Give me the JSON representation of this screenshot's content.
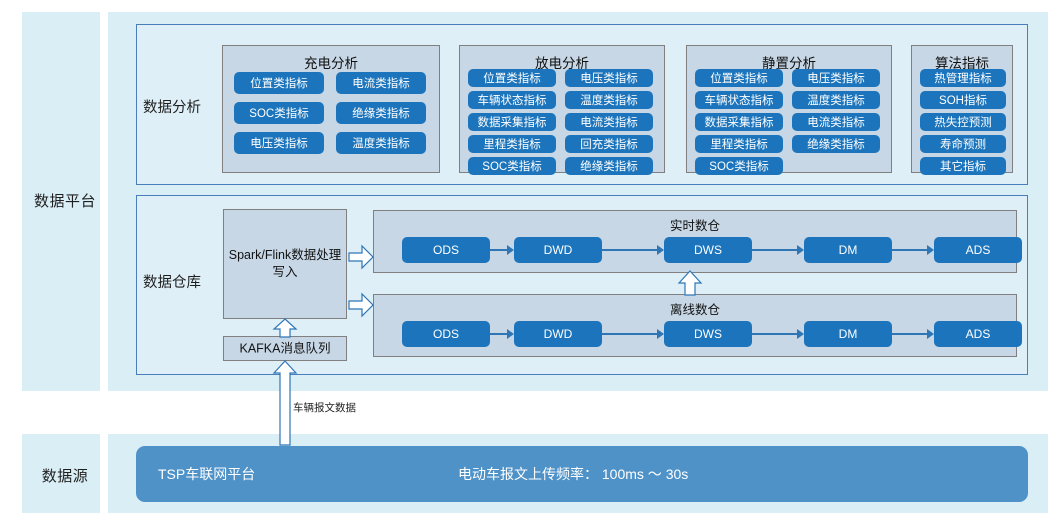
{
  "bands": {
    "platform_label": "数据平台",
    "source_label": "数据源"
  },
  "sections": {
    "analysis_title": "数据分析",
    "warehouse_title": "数据仓库"
  },
  "analysis_panels": [
    {
      "id": "charge",
      "title": "充电分析",
      "left_items": [
        "位置类指标",
        "SOC类指标",
        "电压类指标"
      ],
      "right_items": [
        "电流类指标",
        "绝缘类指标",
        "温度类指标"
      ]
    },
    {
      "id": "discharge",
      "title": "放电分析",
      "left_items": [
        "位置类指标",
        "车辆状态指标",
        "数据采集指标",
        "里程类指标",
        "SOC类指标"
      ],
      "right_items": [
        "电压类指标",
        "温度类指标",
        "电流类指标",
        "回充类指标",
        "绝缘类指标"
      ]
    },
    {
      "id": "idle",
      "title": "静置分析",
      "left_items": [
        "位置类指标",
        "车辆状态指标",
        "数据采集指标",
        "里程类指标",
        "SOC类指标"
      ],
      "right_items": [
        "电压类指标",
        "温度类指标",
        "电流类指标",
        "绝缘类指标"
      ]
    },
    {
      "id": "algo",
      "title": "算法指标",
      "left_items": [
        "热管理指标",
        "SOH指标",
        "热失控预测",
        "寿命预测",
        "其它指标"
      ],
      "right_items": []
    }
  ],
  "warehouse": {
    "spark_box": "Spark/Flink数据处理写入",
    "kafka_box": "KAFKA消息队列",
    "realtime_title": "实时数仓",
    "offline_title": "离线数仓",
    "stages": [
      "ODS",
      "DWD",
      "DWS",
      "DM",
      "ADS"
    ]
  },
  "connector": {
    "vehicle_message_label": "车辆报文数据"
  },
  "data_source": {
    "platform_name": "TSP车联网平台",
    "frequency_text": "电动车报文上传频率： 100ms ～ 30s"
  },
  "colors": {
    "band_bg": "#DAEEF6",
    "section_bg": "#DEEFF7",
    "section_border": "#4a7ebb",
    "panel_bg": "#C7D7E6",
    "panel_border": "#808080",
    "pill_blue": "#1C75BC",
    "tsp_blue": "#4E92C8",
    "arrow_blue": "#2E76B6"
  }
}
